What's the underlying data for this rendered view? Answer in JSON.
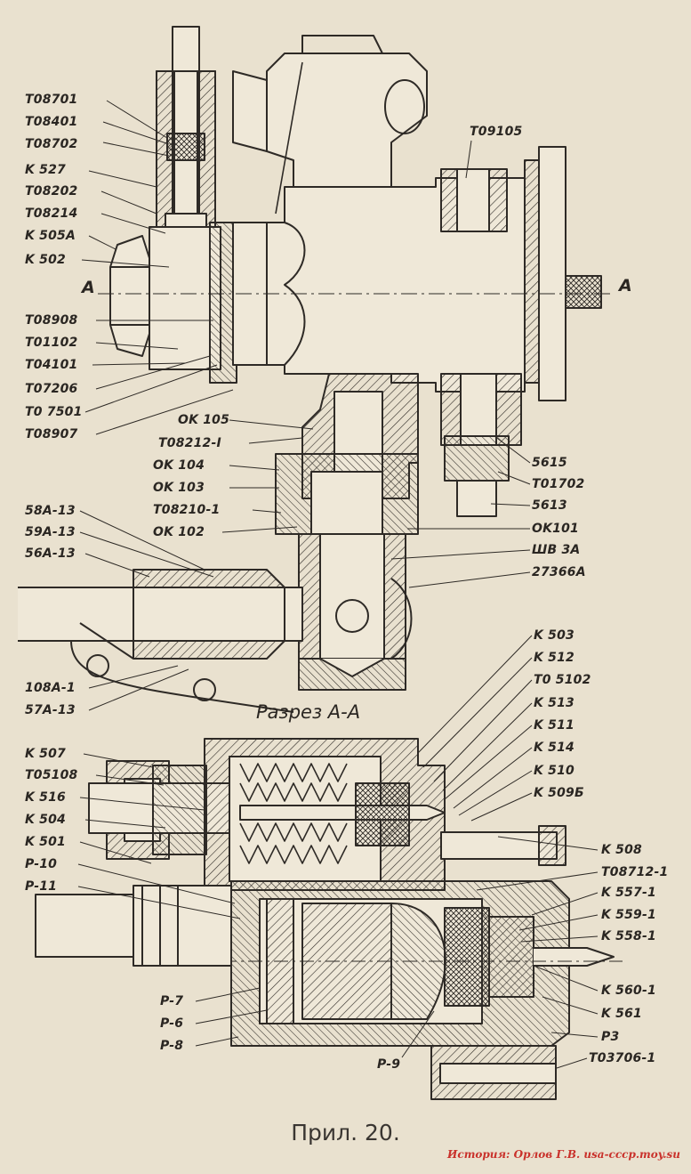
{
  "labels_left_top": [
    "T08701",
    "T08401",
    "T08702",
    "K 527",
    "T08202",
    "T08214",
    "K 505A",
    "K 502",
    "T08908",
    "T01102",
    "T04101",
    "T07206",
    "T0 7501",
    "T08907"
  ],
  "labels_mid": [
    "OK 105",
    "T08212-I",
    "OK 104",
    "OK 103",
    "T08210-1",
    "OK 102"
  ],
  "labels_left_pipe": [
    "58A-13",
    "59A-13",
    "56A-13",
    "108A-1",
    "57A-13"
  ],
  "labels_right_top": [
    "T09105",
    "5615",
    "T01702",
    "5613",
    "OK101",
    "ШВ 3А",
    "27366A"
  ],
  "section_mark": "A",
  "section_title": "Разрез A-A",
  "labels_right_bottom": [
    "K 503",
    "K 512",
    "T0 5102",
    "K 513",
    "K 511",
    "K 514",
    "K 510",
    "K 509Б",
    "K 508",
    "T08712-1",
    "K 557-1",
    "K 559-1",
    "K 558-1",
    "K 560-1",
    "K 561",
    "P3",
    "T03706-1"
  ],
  "labels_left_bottom": [
    "K 507",
    "T05108",
    "K 516",
    "K 504",
    "K 501",
    "P-10",
    "P-11",
    "P-7",
    "P-6",
    "P-8",
    "P-9"
  ],
  "caption": "Прил. 20.",
  "watermark": "История: Орлов Г.В. usa-ccсp.moy.su"
}
